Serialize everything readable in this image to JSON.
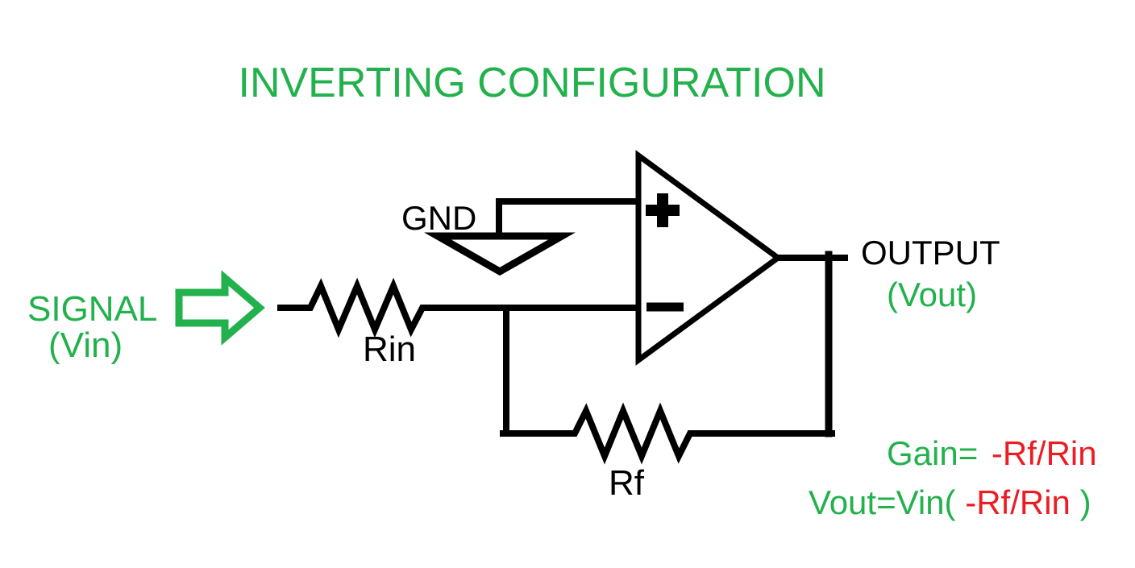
{
  "title": "INVERTING CONFIGURATION",
  "palette": {
    "green": "#22B14C",
    "red": "#ED1C24",
    "black": "#000000",
    "background": "#ffffff"
  },
  "labels": {
    "signal_line1": "SIGNAL",
    "signal_line2": "(Vin)",
    "gnd": "GND",
    "rin": "Rin",
    "rf": "Rf",
    "output_line1": "OUTPUT",
    "output_line2": "(Vout)"
  },
  "formulas": {
    "gain_lhs": "Gain=",
    "gain_rhs": "-Rf/Rin",
    "vout_lhs": "Vout=Vin(",
    "vout_mid": "-Rf/Rin",
    "vout_close": ")"
  },
  "icons": {
    "signal_arrow": "right-arrow",
    "ground": "ground-symbol",
    "opamp": "op-amp-triangle",
    "plus_input": "plus",
    "minus_input": "minus",
    "rin_resistor": "resistor-zigzag",
    "rf_resistor": "resistor-zigzag"
  }
}
